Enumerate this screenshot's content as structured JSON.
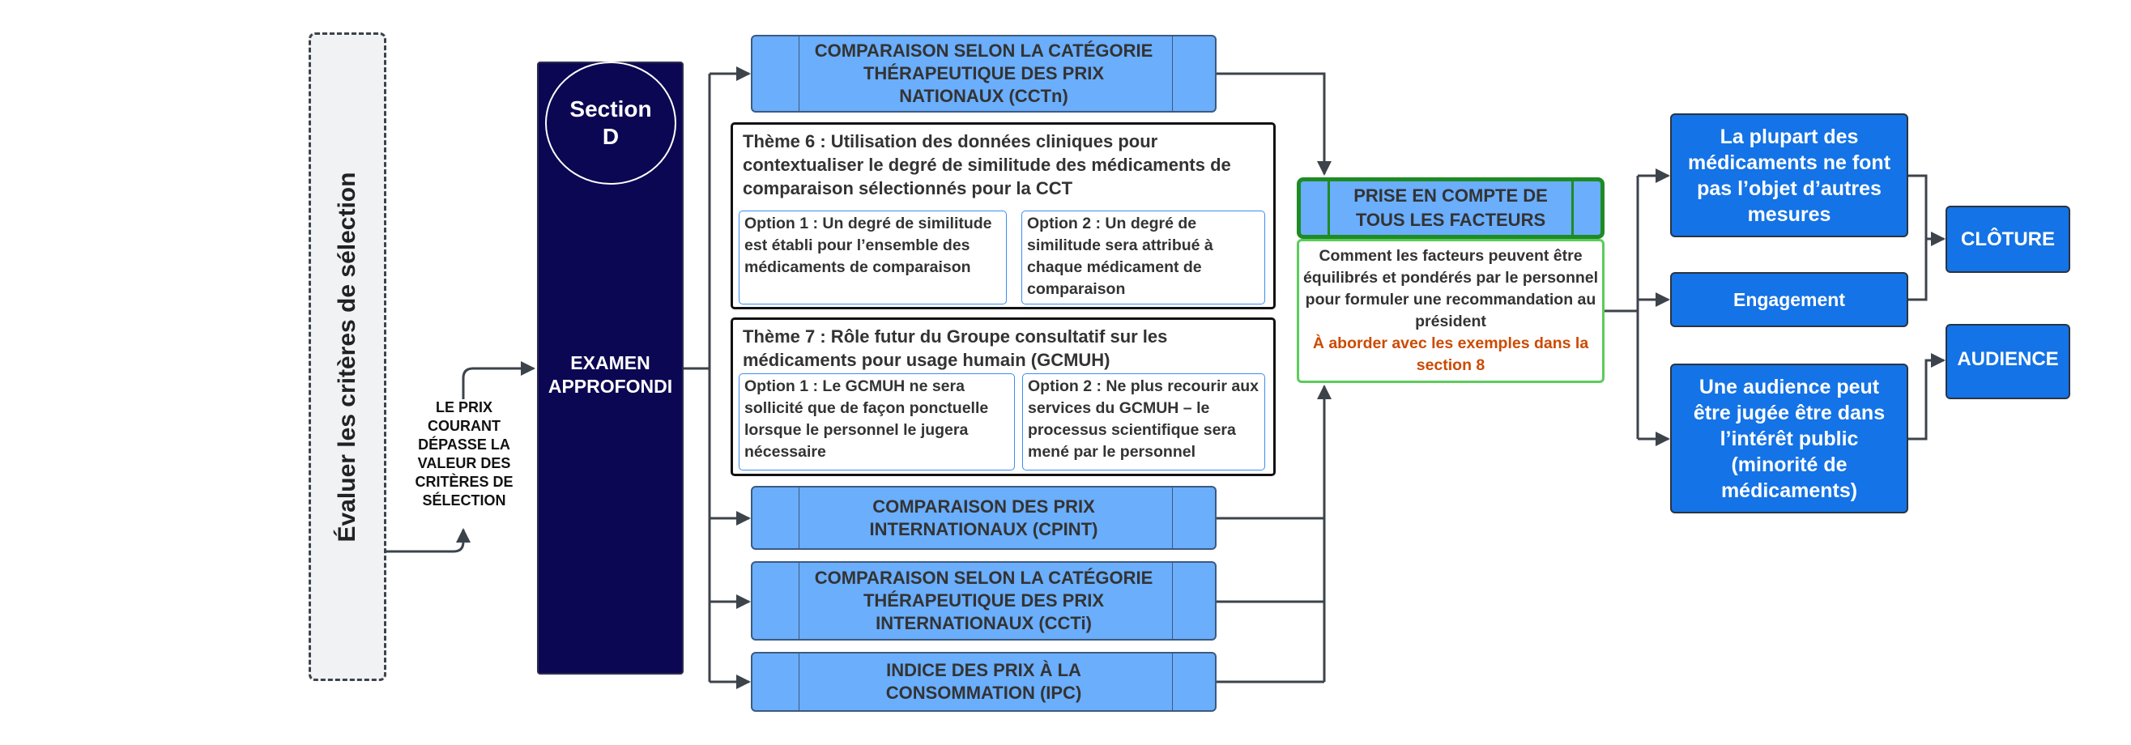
{
  "left": {
    "criteria_label": "Évaluer les critères de sélection",
    "condition_note": "LE PRIX COURANT DÉPASSE LA VALEUR DES CRITÈRES DE SÉLECTION"
  },
  "section": {
    "badge_line1": "Section",
    "badge_line2": "D",
    "title": "EXAMEN APPROFONDI"
  },
  "factors": [
    {
      "label": "COMPARAISON SELON LA CATÉGORIE THÉRAPEUTIQUE DES PRIX NATIONAUX (CCTn)"
    },
    {
      "label": "COMPARAISON DES PRIX INTERNATIONAUX (CPINT)"
    },
    {
      "label": "COMPARAISON SELON LA CATÉGORIE THÉRAPEUTIQUE DES PRIX INTERNATIONAUX (CCTi)"
    },
    {
      "label": "INDICE DES PRIX À LA CONSOMMATION (IPC)"
    }
  ],
  "themes": [
    {
      "title": "Thème 6 : Utilisation des données cliniques pour contextualiser le degré de similitude des médicaments de comparaison sélectionnés pour la CCT",
      "options": [
        "Option 1 : Un degré de similitude est établi pour l’ensemble des médicaments de comparaison",
        "Option 2 : Un degré de similitude sera attribué à chaque médicament de comparaison"
      ]
    },
    {
      "title": "Thème 7 : Rôle futur du Groupe consultatif sur les médicaments pour usage humain (GCMUH)",
      "options": [
        "Option 1 : Le GCMUH ne sera sollicité que de façon ponctuelle lorsque le personnel le jugera nécessaire",
        "Option 2 : Ne plus recourir aux services du GCMUH – le processus scientifique sera mené par le personnel"
      ]
    }
  ],
  "synthesis": {
    "header": "PRISE EN COMPTE DE TOUS LES FACTEURS",
    "body": "Comment les facteurs peuvent être équilibrés et pondérés par le personnel pour formuler une recommandation au président",
    "note": "À aborder avec les exemples dans la section 8"
  },
  "outcomes": [
    {
      "label": "La plupart des médicaments ne font pas l’objet d’autres mesures"
    },
    {
      "label": "Engagement"
    },
    {
      "label": "Une audience peut être jugée être dans l’intérêt public (minorité de médicaments)"
    }
  ],
  "results": [
    {
      "label": "CLÔTURE"
    },
    {
      "label": "AUDIENCE"
    }
  ],
  "colors": {
    "navy": "#0c0752",
    "factor_blue": "#6aaefc",
    "outcome_blue": "#1473e6",
    "green": "#1f8b24",
    "light_green": "#5ccc5c",
    "note_orange": "#cc4a00",
    "connector": "#3d434b"
  }
}
